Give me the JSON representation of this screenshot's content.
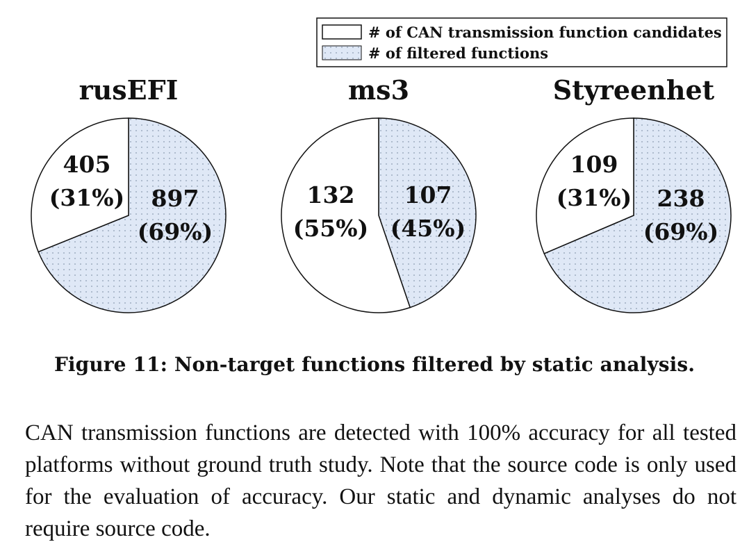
{
  "colors": {
    "candidates": "#ffffff",
    "filtered": "#dfe8f6",
    "dot": "#8a9bb0",
    "stroke": "#111111"
  },
  "legend": {
    "candidates_label": "# of CAN transmission function candidates",
    "filtered_label": "# of filtered functions"
  },
  "chart_data": [
    {
      "type": "pie",
      "title": "rusEFI",
      "slices": [
        {
          "series": "candidates",
          "value": 405,
          "percent": "31%"
        },
        {
          "series": "filtered",
          "value": 897,
          "percent": "69%"
        }
      ]
    },
    {
      "type": "pie",
      "title": "ms3",
      "slices": [
        {
          "series": "candidates",
          "value": 132,
          "percent": "55%"
        },
        {
          "series": "filtered",
          "value": 107,
          "percent": "45%"
        }
      ]
    },
    {
      "type": "pie",
      "title": "Styreenhet",
      "slices": [
        {
          "series": "candidates",
          "value": 109,
          "percent": "31%"
        },
        {
          "series": "filtered",
          "value": 238,
          "percent": "69%"
        }
      ]
    }
  ],
  "caption": "Figure 11: Non-target functions filtered by static analysis.",
  "body_text": "CAN transmission functions are detected with 100% accuracy for all tested platforms without ground truth study. Note that the source code is only used for the evaluation of accuracy. Our static and dynamic analyses do not require source code."
}
